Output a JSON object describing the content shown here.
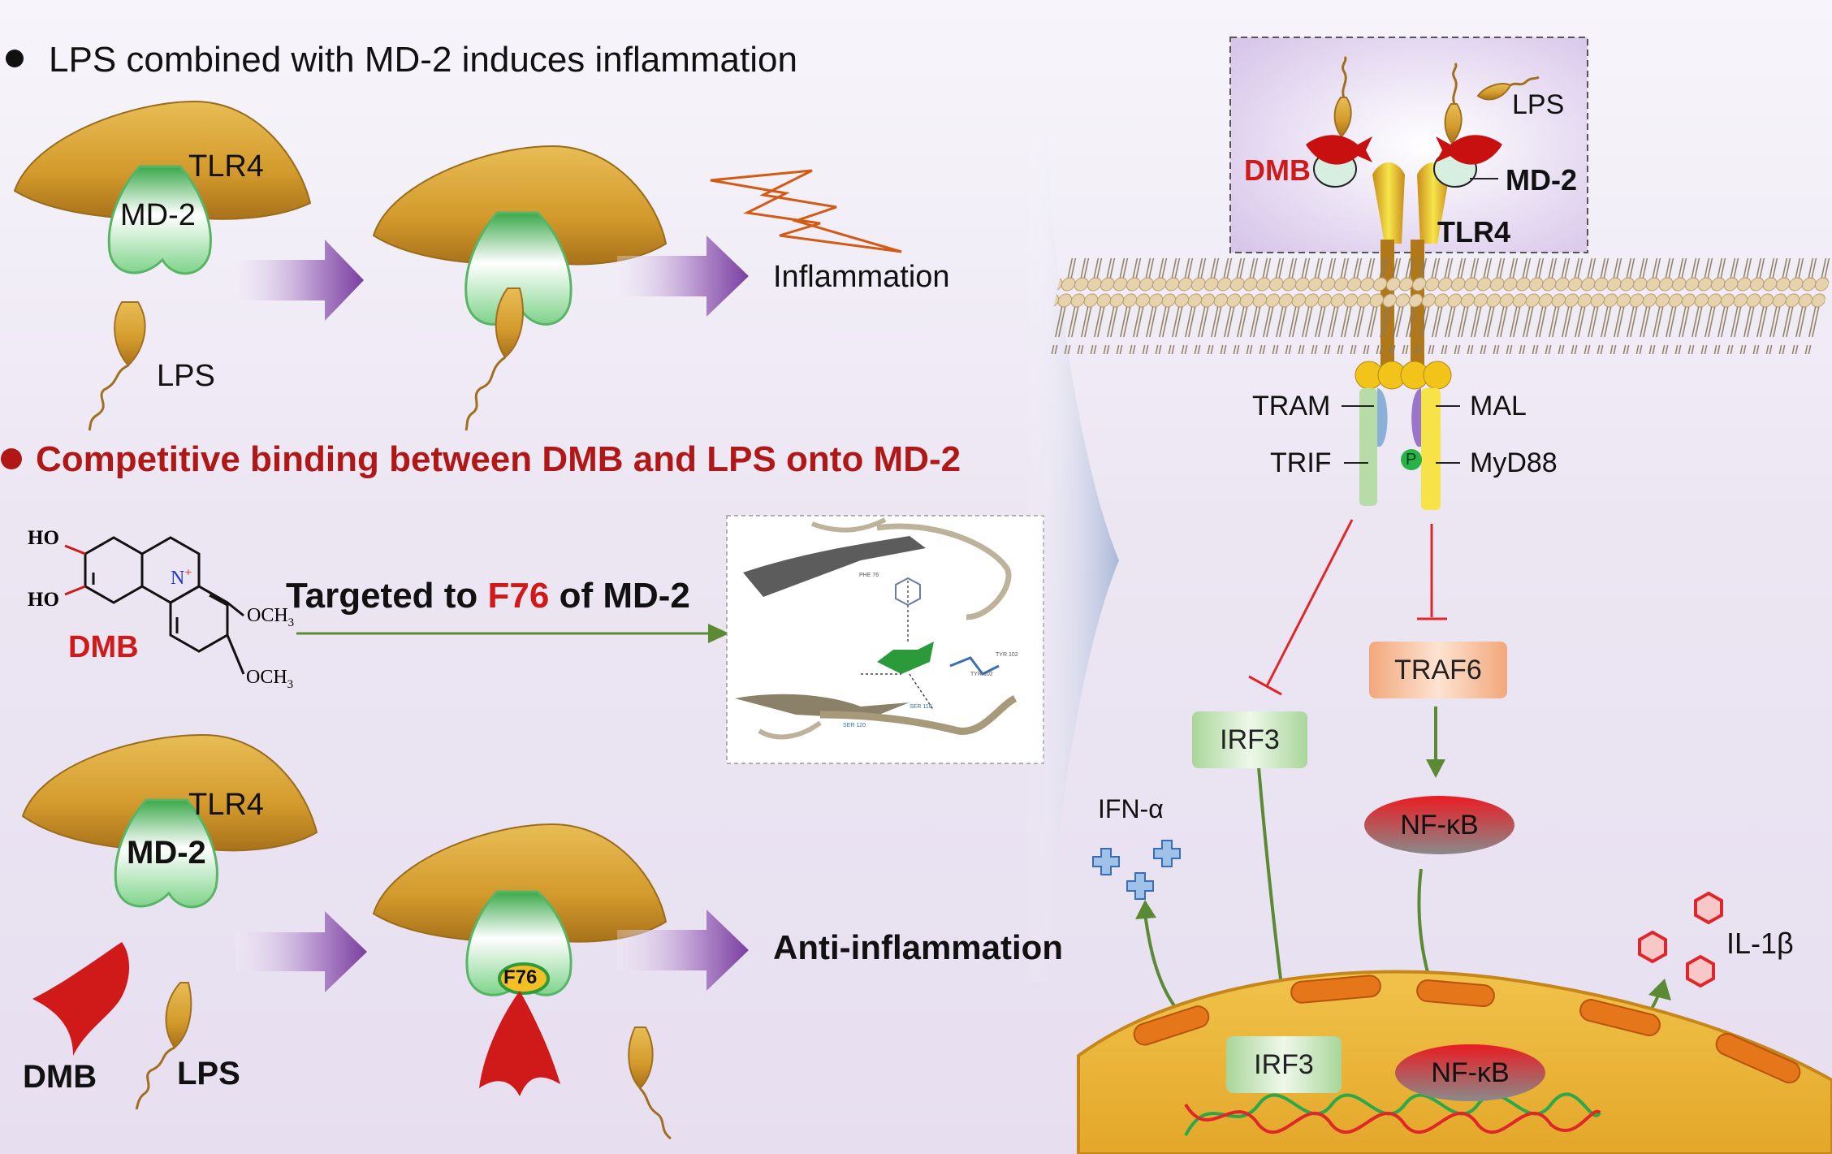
{
  "left": {
    "heading1": "LPS combined with MD-2 induces inflammation",
    "heading2": "Competitive binding between DMB and LPS onto MD-2",
    "top_row": {
      "tlr4": "TLR4",
      "md2": "MD-2",
      "lps": "LPS",
      "outcome": "Inflammation"
    },
    "middle_row": {
      "molecule_ho1": "HO",
      "molecule_ho2": "HO",
      "molecule_n": "N",
      "molecule_plus": "+",
      "molecule_och3_1": "OCH",
      "molecule_och3_2": "OCH",
      "sub3": "3",
      "dmb": "DMB",
      "target_prefix": "Targeted to ",
      "target_site": "F76",
      "target_suffix": " of MD-2",
      "docking_residue_labels": [
        "PHE 76",
        "SER 120",
        "SER 118",
        "TYR 102",
        "TYR 102"
      ]
    },
    "bottom_row": {
      "tlr4": "TLR4",
      "md2": "MD-2",
      "dmb": "DMB",
      "lps": "LPS",
      "site": "F76",
      "outcome": "Anti-inflammation"
    }
  },
  "right": {
    "lps": "LPS",
    "dmb": "DMB",
    "md2": "MD-2",
    "tlr4": "TLR4",
    "tram": "TRAM",
    "trif": "TRIF",
    "mal": "MAL",
    "myd88": "MyD88",
    "p": "P",
    "traf6": "TRAF6",
    "irf3_cyto": "IRF3",
    "nfkb_cyto": "NF-κB",
    "ifn": "IFN-α",
    "irf3_nuc": "IRF3",
    "nfkb_nuc": "NF-κB",
    "il1b": "IL-1β"
  },
  "colors": {
    "receptor_gold": "#d9a43a",
    "md2_green": "#5cc06a",
    "arrow_purple": "#7a3fa0",
    "inhibit_red": "#e0262a",
    "path_green": "#5b8a34",
    "dmb_red": "#d01a1a",
    "traf6_peach": "#f5b489",
    "irf3_green": "#cfe8c2",
    "nfkb_red": "#e01f25"
  }
}
